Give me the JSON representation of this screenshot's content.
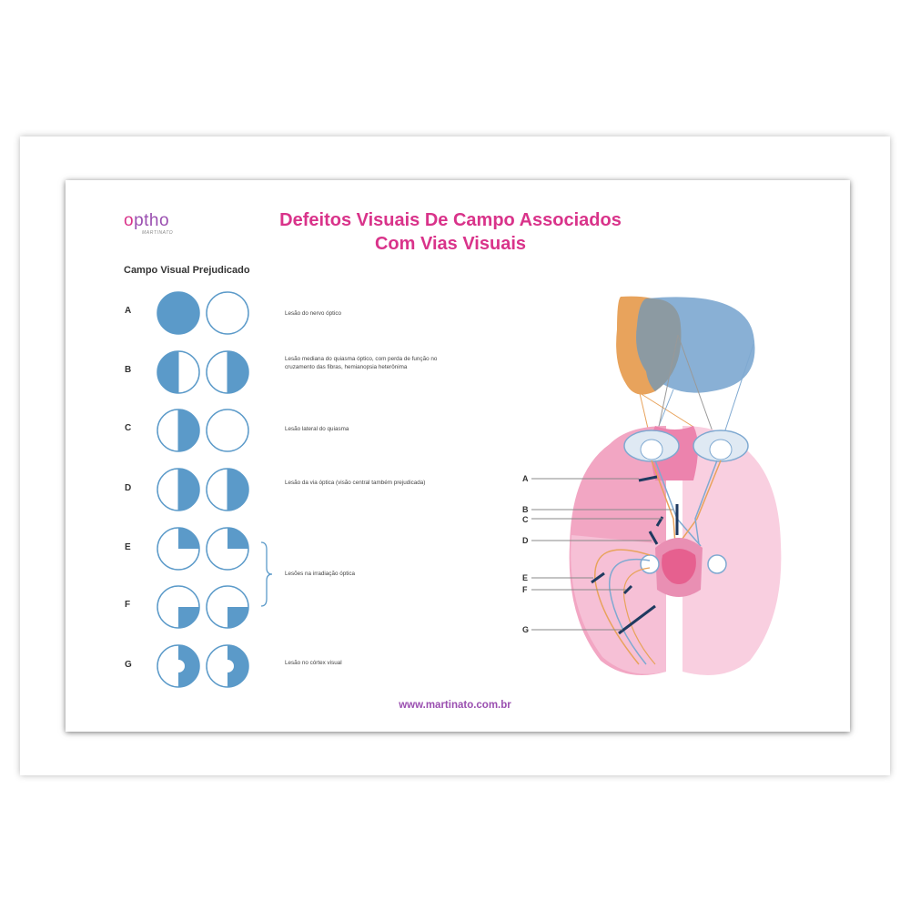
{
  "logo": {
    "main": "ptho",
    "accent": "o",
    "sub": "MARTINATO"
  },
  "title": {
    "line1": "Defeitos Visuais De Campo Associados",
    "line2": "Com Vias Visuais"
  },
  "section_heading": "Campo Visual Prejudicado",
  "rows": [
    {
      "letter": "A",
      "description": "Lesão do nervo óptico",
      "pattern": "full-left-eye-blind"
    },
    {
      "letter": "B",
      "description": "Lesão mediana do quiasma óptico, com perda de função no cruzamento das fibras, hemianopsia heterônima",
      "pattern": "bitemporal-hemianopia"
    },
    {
      "letter": "C",
      "description": "Lesão lateral do quiasma",
      "pattern": "nasal-hemianopia-one-eye"
    },
    {
      "letter": "D",
      "description": "Lesão da via óptica (visão central também prejudicada)",
      "pattern": "homonymous-hemianopia"
    },
    {
      "letter": "E",
      "description": "",
      "pattern": "superior-quadrantanopia"
    },
    {
      "letter": "F",
      "description": "",
      "pattern": "inferior-quadrantanopia"
    },
    {
      "letter": "G",
      "description": "Lesão no córtex visual",
      "pattern": "macular-sparing-hemianopia"
    }
  ],
  "group_description_EF": "Lesões na irradiação óptica",
  "diagram_pointers": [
    "A",
    "B",
    "C",
    "D",
    "E",
    "F",
    "G"
  ],
  "footer_url": "www.martinato.com.br",
  "colors": {
    "accent_pink": "#d9338a",
    "accent_purple": "#9a4fb0",
    "field_blue": "#5b9ac9",
    "left_field_orange": "#e8a35c",
    "right_field_blue": "#7fa9d1",
    "brain_pink": "#f2a6c3",
    "brain_light_pink": "#f9cfe0"
  }
}
